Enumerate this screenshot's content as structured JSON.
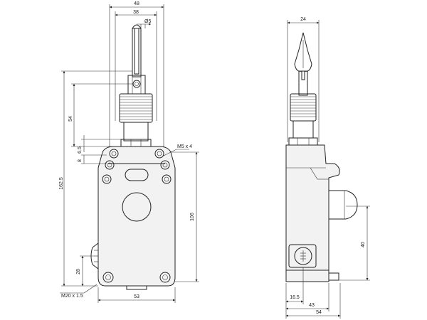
{
  "front_view": {
    "dims": {
      "top_outer": "48",
      "top_inner": "38",
      "eye_dia": "Ø5",
      "height_total": "162.5",
      "height_54": "54",
      "height_6_5": "6.5",
      "height_8": "8",
      "thread_m5": "M5 x 4",
      "body_height": "106",
      "gland_height": "28",
      "gland_thread": "M20 x 1.5",
      "body_width": "53"
    }
  },
  "side_view": {
    "dims": {
      "top_width": "24",
      "button_height": "40",
      "width_16_5": "16.5",
      "width_43": "43",
      "width_54": "54"
    }
  }
}
